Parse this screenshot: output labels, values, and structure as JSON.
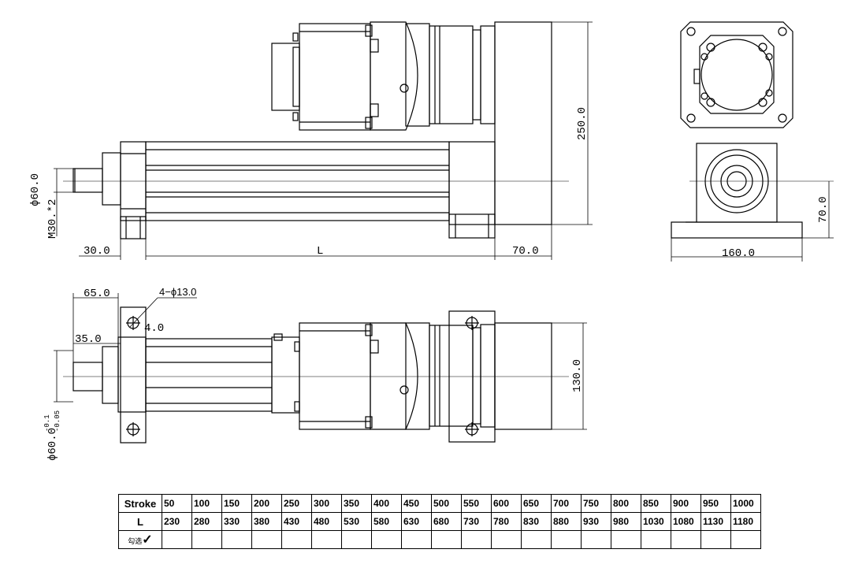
{
  "dimensions": {
    "height_250": "250.0",
    "dia_60": "ϕ60.0",
    "thread": "M30.*2",
    "offset_30": "30.0",
    "length_L": "L",
    "rear_70": "70.0",
    "base_width": "160.0",
    "center_height": "70.0",
    "pos_65": "65.0",
    "pos_35": "35.0",
    "holes": "4−ϕ13.0",
    "offset_4": "4.0",
    "width_130": "130.0",
    "dia_60_tol": "ϕ60.0",
    "tol_upper": "-0.1",
    "tol_lower": "-0.05"
  },
  "table": {
    "stroke_label": "Stroke",
    "l_label": "L",
    "check_label": "勾选",
    "check_mark": "✓",
    "strokes": [
      "50",
      "100",
      "150",
      "200",
      "250",
      "300",
      "350",
      "400",
      "450",
      "500",
      "550",
      "600",
      "650",
      "700",
      "750",
      "800",
      "850",
      "900",
      "950",
      "1000"
    ],
    "lengths": [
      "230",
      "280",
      "330",
      "380",
      "430",
      "480",
      "530",
      "580",
      "630",
      "680",
      "730",
      "780",
      "830",
      "880",
      "930",
      "980",
      "1030",
      "1080",
      "1130",
      "1180"
    ]
  }
}
